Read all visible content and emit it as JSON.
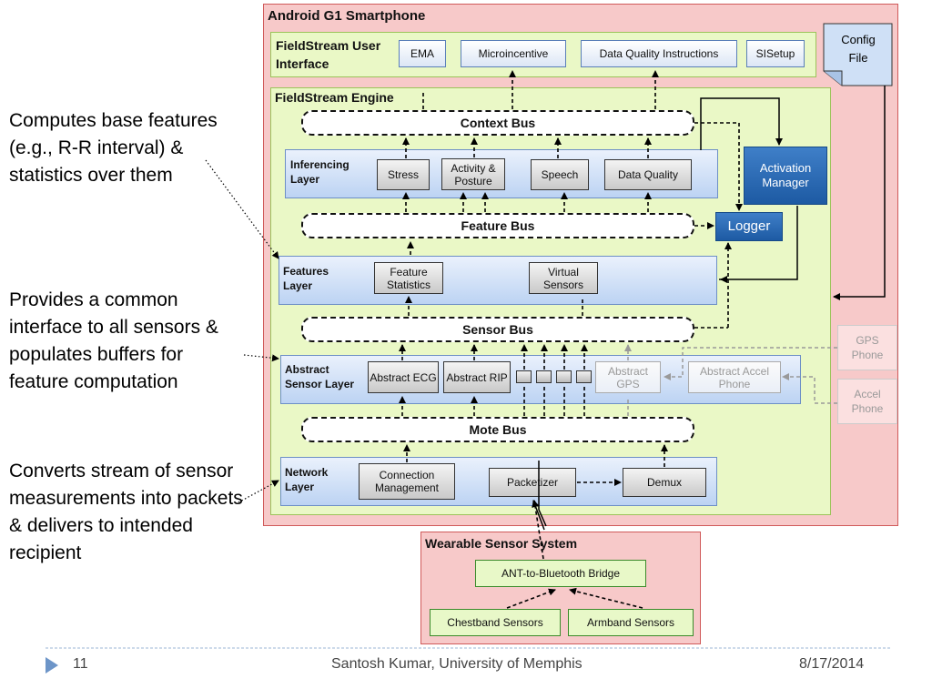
{
  "phone": {
    "title": "Android G1 Smartphone",
    "ui_title": "FieldStream User Interface",
    "ui_items": [
      "EMA",
      "Microincentive",
      "Data Quality Instructions",
      "SISetup"
    ],
    "config_file": "Config File",
    "engine_title": "FieldStream Engine",
    "context_bus": "Context Bus",
    "inferencing_layer": "Inferencing Layer",
    "inference_items": [
      "Stress",
      "Activity & Posture",
      "Speech",
      "Data Quality"
    ],
    "activation_manager": "Activation Manager",
    "feature_bus": "Feature Bus",
    "logger": "Logger",
    "features_layer": "Features Layer",
    "feature_items": [
      "Feature Statistics",
      "Virtual Sensors"
    ],
    "sensor_bus": "Sensor Bus",
    "abstract_layer": "Abstract Sensor Layer",
    "abstract_items": [
      "Abstract ECG",
      "Abstract RIP"
    ],
    "abstract_faded": [
      "Abstract GPS",
      "Abstract Accel Phone"
    ],
    "gps_phone": "GPS Phone",
    "accel_phone": "Accel Phone",
    "mote_bus": "Mote Bus",
    "network_layer": "Network Layer",
    "network_items": [
      "Connection Management",
      "Packetizer",
      "Demux"
    ]
  },
  "wearable": {
    "title": "Wearable Sensor System",
    "bridge": "ANT-to-Bluetooth Bridge",
    "sensors": [
      "Chestband Sensors",
      "Armband Sensors"
    ]
  },
  "annotations": [
    "Computes base features (e.g., R-R interval) & statistics over them",
    "Provides a common interface to all sensors & populates buffers for feature computation",
    "Converts stream of sensor measurements into packets & delivers to intended recipient"
  ],
  "footer": {
    "page": "11",
    "author": "Santosh Kumar, University of Memphis",
    "date": "8/17/2014"
  },
  "colors": {
    "phone_bg": "#f7c9c9",
    "engine_bg": "#eaf8c6",
    "layer_bg": "#c9dbf5",
    "accent_blue": "#2a6ab6"
  }
}
